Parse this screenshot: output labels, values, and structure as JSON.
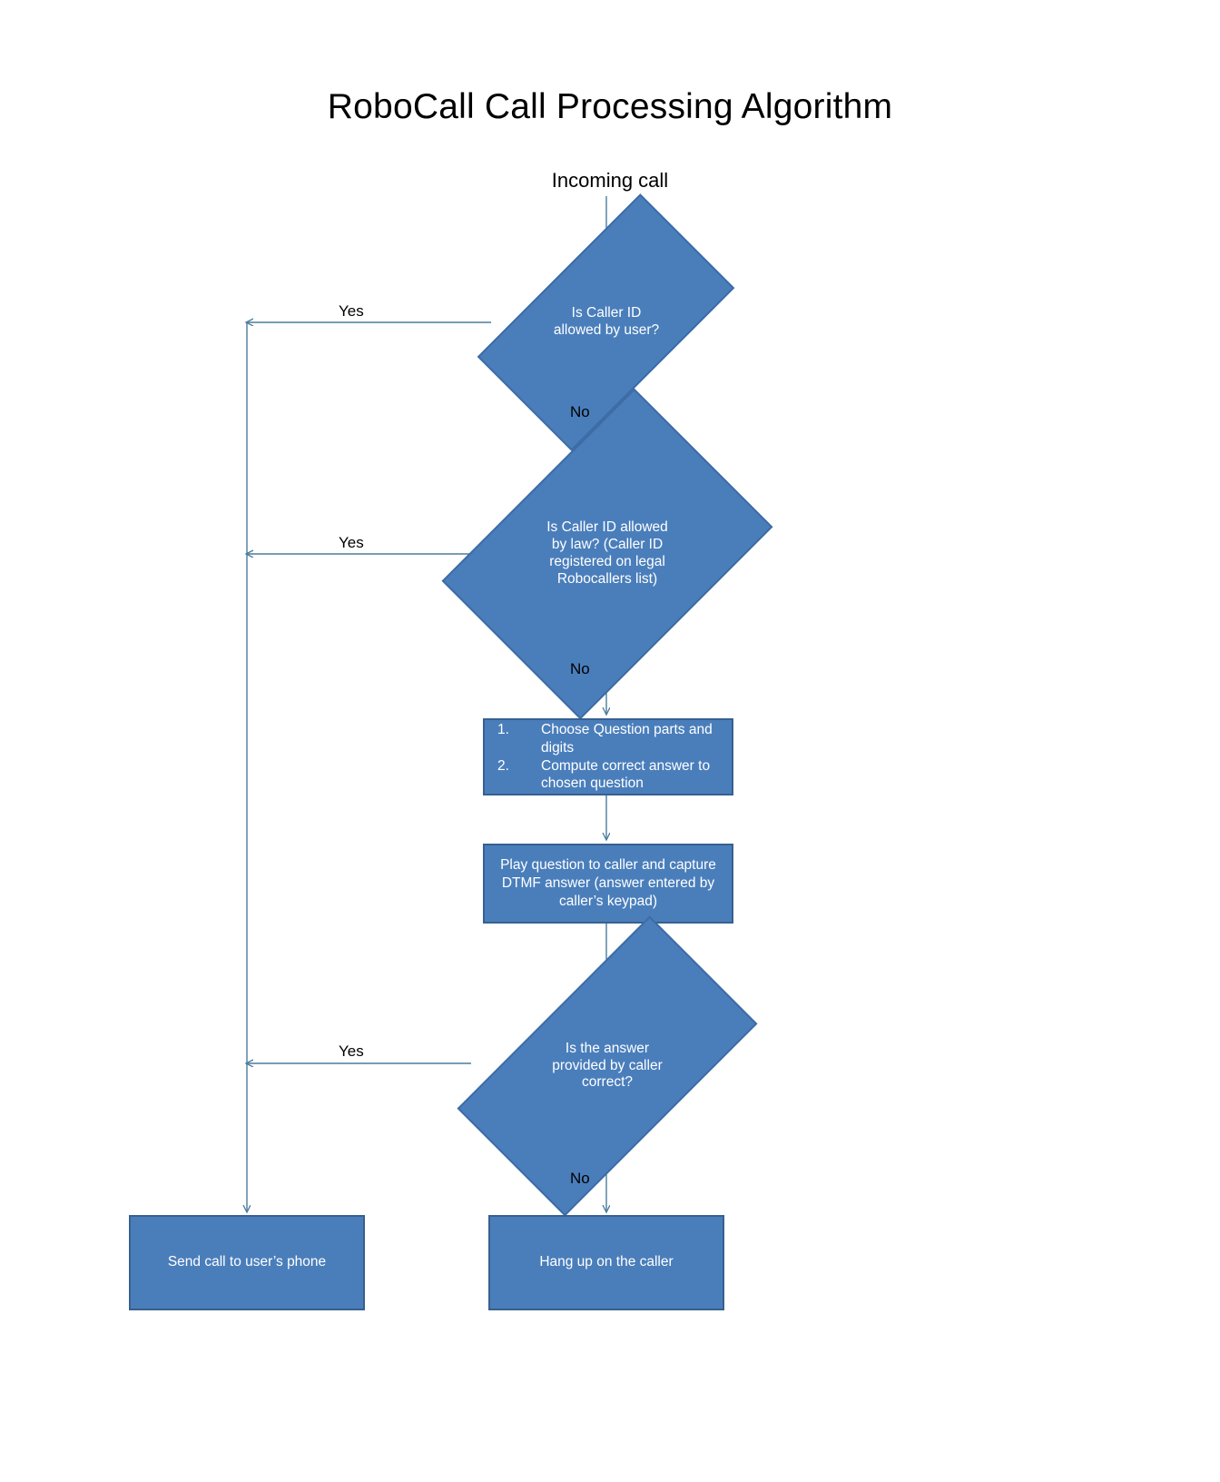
{
  "diagram": {
    "title": "RoboCall Call Processing Algorithm",
    "entry_label": "Incoming call",
    "accent_fill": "#4a7ebb",
    "accent_stroke": "#37608f",
    "connector_color": "#4a7c9b",
    "text_on_shape": "#ffffff",
    "nodes": [
      {
        "id": "decision-caller-id-user",
        "type": "decision",
        "text": "Is Caller  ID\nallowed by user?"
      },
      {
        "id": "decision-caller-id-law",
        "type": "decision",
        "text": "Is Caller ID allowed\nby law? (Caller ID\nregistered on  legal\nRobocallers list)"
      },
      {
        "id": "process-choose-question",
        "type": "process-list",
        "items": [
          "Choose Question parts and digits",
          "Compute  correct  answer to chosen question"
        ]
      },
      {
        "id": "process-play-question",
        "type": "process",
        "text": "Play question to caller and capture\nDTMF answer (answer entered by\ncaller’s keypad)"
      },
      {
        "id": "decision-answer-correct",
        "type": "decision",
        "text": "Is the answer\nprovided by caller\ncorrect?"
      },
      {
        "id": "terminal-send-call",
        "type": "terminal",
        "text": "Send  call to user’s phone"
      },
      {
        "id": "terminal-hang-up",
        "type": "terminal",
        "text": "Hang up on the caller"
      }
    ],
    "edge_labels": {
      "yes_caller_id_user": "Yes",
      "no_caller_id_user": "No",
      "yes_caller_id_law": "Yes",
      "no_caller_id_law": "No",
      "yes_answer_correct": "Yes",
      "no_answer_correct": "No"
    }
  }
}
